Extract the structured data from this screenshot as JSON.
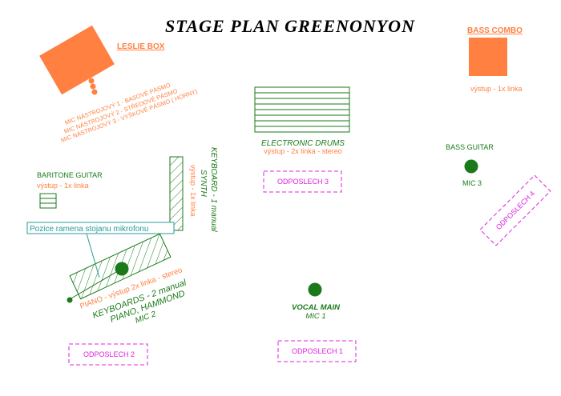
{
  "title": "STAGE PLAN GREENONYON",
  "colors": {
    "green": "#1a7a1a",
    "orange": "#ff8040",
    "magenta": "#e020e0",
    "teal": "#2a9a9a",
    "black": "#000000"
  },
  "leslie": {
    "label": "LESLIE BOX",
    "mic1": "MIC NÁSTROJOVÝ 1 - BASOVÉ PÁSMO",
    "mic2": "MIC NÁSTROJOVÝ 2 - STŘEDOVÉ PÁSMO",
    "mic3": "MIC NÁSTROJOVÝ 3 - VÝŠKOVÉ PÁSMO ( HORNÝ)"
  },
  "bass_combo": {
    "label": "BASS COMBO",
    "output": "výstup - 1x linka"
  },
  "drums": {
    "label": "ELECTRONIC DRUMS",
    "output": "výstup - 2x linka - stereo"
  },
  "bass_guitar": {
    "label": "BASS GUITAR",
    "mic": "MIC 3"
  },
  "baritone": {
    "label": "BARITONE GUITAR",
    "output": "výstup - 1x linka"
  },
  "keyboard1": {
    "line1": "KEYBOARD - 1 manual",
    "line2": "SYNTH",
    "line3": "výstup - 1x linka"
  },
  "mic_stand_note": "Pozice ramena stojanu mikrofonu",
  "keyboards2": {
    "output": "PIANO - výstup 2x linka - stereo",
    "line1": "KEYBOARDS - 2 manual",
    "line2": "PIANO, HAMMOND",
    "mic": "MIC 2"
  },
  "vocal": {
    "label": "VOCAL MAIN",
    "mic": "MIC 1"
  },
  "monitors": {
    "m1": "ODPOSLECH 1",
    "m2": "ODPOSLECH 2",
    "m3": "ODPOSLECH 3",
    "m4": "ODPOSLECH 4"
  }
}
